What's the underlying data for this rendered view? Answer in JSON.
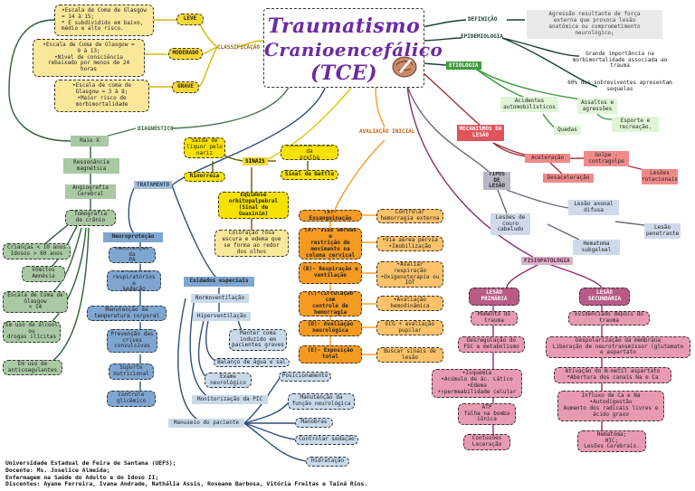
{
  "title": {
    "line1": "Traumatismo",
    "line2": "Cranioencefálico",
    "line3": "(TCE)"
  },
  "colors": {
    "title": "#6b2aa3",
    "classificacao": "#f6d836",
    "neuro": "#7fa6d1",
    "avaliacao": "#f59b22",
    "fisiopat": "#b95a86",
    "mecanismos": "#e2525a",
    "etiologia": "#a9c9a3"
  },
  "classificacao": {
    "label": "CLASSIFICAÇÃO",
    "leve": "LEVE",
    "leve_text": "•Escala de Coma de Glasgow\n= 14 à 15;\n* É subdividido em baixo,\nmédio e alto risco.",
    "moderado": "MODERADO",
    "moderado_text": "•Escala de Coma de Glasgow =\n9 à 13;\n•Nível de consciência\nrebaixado por menos de 24\nhoras",
    "grave": "GRAVE",
    "grave_text": "•Escala de coma de\nGlasgow = 3 à 8;\n•Maior risco de\nmorbimortalidade"
  },
  "diagnostico": {
    "label": "DIAGNÓSTICO",
    "items": [
      "Raio X",
      "Ressonância\nmagnética",
      "Angiografia\nCerebral",
      "Tomografia\nde crânio"
    ],
    "tomo_items": [
      "Crianças < 10 anos\nIdosos > 60 anos",
      "Vômitos\nAmnésia",
      "Escala de Coma de\nGlasgow\n< 14",
      "Em uso de álcool\nou\ndrogas ilícitas",
      "Em uso de\nanticoagulantes"
    ]
  },
  "sinais": {
    "label": "SINAIS",
    "liquor": "Saída de\nlíquor pelo\nnariz",
    "rinorreia": "Rinorréia",
    "hematoma_orelha": "Hematoma atrás da\norelha",
    "battle": "Sinal de Battle",
    "equimose": "Equimose\norbitopalpebral\n(Sinal de\nGuaxinim)",
    "coloracao": "Coloração  rosa\nescura e edema que\nse forma ao redor\ndos olhos"
  },
  "tratamento": {
    "label": "TRATAMENTO",
    "neuroprotecao": "Neuroproteção",
    "neuro_items": [
      "Manutenção da\nPA",
      "Parâmetros\nrespiratórios e\nsedação",
      "Manutenção da\ntemperatura corporal",
      "Prevenção das\ncrises\nconvulsivas",
      "Suporte\nnutricional",
      "Controle\nglicêmico"
    ],
    "cuidados": "Cuidados especiais",
    "normo": "Normoventilação",
    "hiper": "Hiperventilação",
    "manter_coma": "Manter coma\ninduzido em\npacientes graves",
    "balanco": "Balanço de água e sal",
    "exame": "Exame\nneurológico",
    "monitor_pic": "Monitorização da PIC",
    "manuseio": "Manuseio do paciente",
    "manuseio_items": [
      "Posicionamento",
      "Manutenção da\nfunção neurológica",
      "Manobras",
      "Controlar sedação",
      "Hidratação"
    ]
  },
  "avaliacao": {
    "label": "AVALIAÇÃO  INICIAL",
    "steps": [
      {
        "step": "(X)- Exsanguinação",
        "action": "Controlar\nhemorragia externa"
      },
      {
        "step": "(A)- Vias aéreas e\nrestrição de\nmovimento na\ncoluna cervical",
        "action": "•Via aérea pérvia\n•Imobilização"
      },
      {
        "step": "(B)- Respiração e\nventilação",
        "action": "•Avaliar\nrespiração\n•Oxigenoterapia ou\nIOT"
      },
      {
        "step": "(C)-Circulação com\ncontrole de\nhemorragia",
        "action": "•Avaliação\nhemodinâmica"
      },
      {
        "step": "(D)- Avaliação\nneurológica",
        "action": "ECG + avaliação\npupilar"
      },
      {
        "step": "(E)- Exposição\ntotal",
        "action": "Buscar sinais de\nlesão"
      }
    ]
  },
  "definicao": {
    "label": "DEFINIÇÃO",
    "text": "Agressão resultante de força\nexterna que provoca lesão\nanatômica ou comprometimento\nneurológico;"
  },
  "epidemiologia": {
    "label": "EPIDEMIOLOGIA",
    "text1": "Grande importância na\nmorbimortalidade associada ao\ntrauma",
    "text2": "60% dos sobreviventes apresentam\nsequelas"
  },
  "etiologia": {
    "label": "ETIOLOGIA",
    "items": [
      "Acidentes\nautomobilísticos",
      "Assaltos e\nagressões",
      "Quedas",
      "Esporte e\nrecreação."
    ]
  },
  "mecanismos": {
    "label": "MECANISMOS DA\nLESÃO",
    "items": [
      "Aceleração",
      "Golpe -\ncontragolpe",
      "Desaceleração",
      "Lesões\nrotacionais"
    ]
  },
  "tipos": {
    "label": "TIPOS DE\nLESÃO",
    "items": [
      "Lesões de\ncouro\ncabeludo",
      "Lesão axonal\ndifusa",
      "Hematoma\nsubgaleal",
      "Lesão\npenetrante"
    ]
  },
  "fisiopatologia": {
    "label": "FISIOPATOLOGIA",
    "primaria": "LESÃO\nPRIMÁRIA",
    "primaria_items": [
      "Momento do\ntrauma",
      "Desregulação do\nFSC e metabolismo",
      "•Isquemia\n•Acúmulo de ác. Lático\n•Edema\n•↑permeabilidade celular",
      "ATP\nfalha na bomba\niônica",
      "Contusões\nLaceração"
    ],
    "secundaria": "LESÃO\nSECUNDÁRIA",
    "secundaria_items": [
      "Evidenciado depois do\ntrauma",
      "Despolarização da membrana\nLiberação de neurotransmissor (glutamato\ne aspartato",
      "Ativação do N-metil aspartato\n*Abertura dos canais Na e Ca",
      "Influxo de Ca e Na\n•Autodigestão\nAumento dos radicais livres e\nácido graxo",
      "Hematoma;\nHIC;\nLesões Cerebrais."
    ]
  },
  "footer": {
    "line1": "Universidade Estadual de Feira de Santana (UEFS);",
    "line2": "Docente: Ms. Joselice Almeida;",
    "line3": "Enfermagem na Saúde do Adulto e do Idoso II;",
    "line4": "Discentes: Ayane Ferreira, Ivana Andrade, Nathália Assis, Roseane Barbosa, Vitória Freitas e Tainá Rios."
  }
}
